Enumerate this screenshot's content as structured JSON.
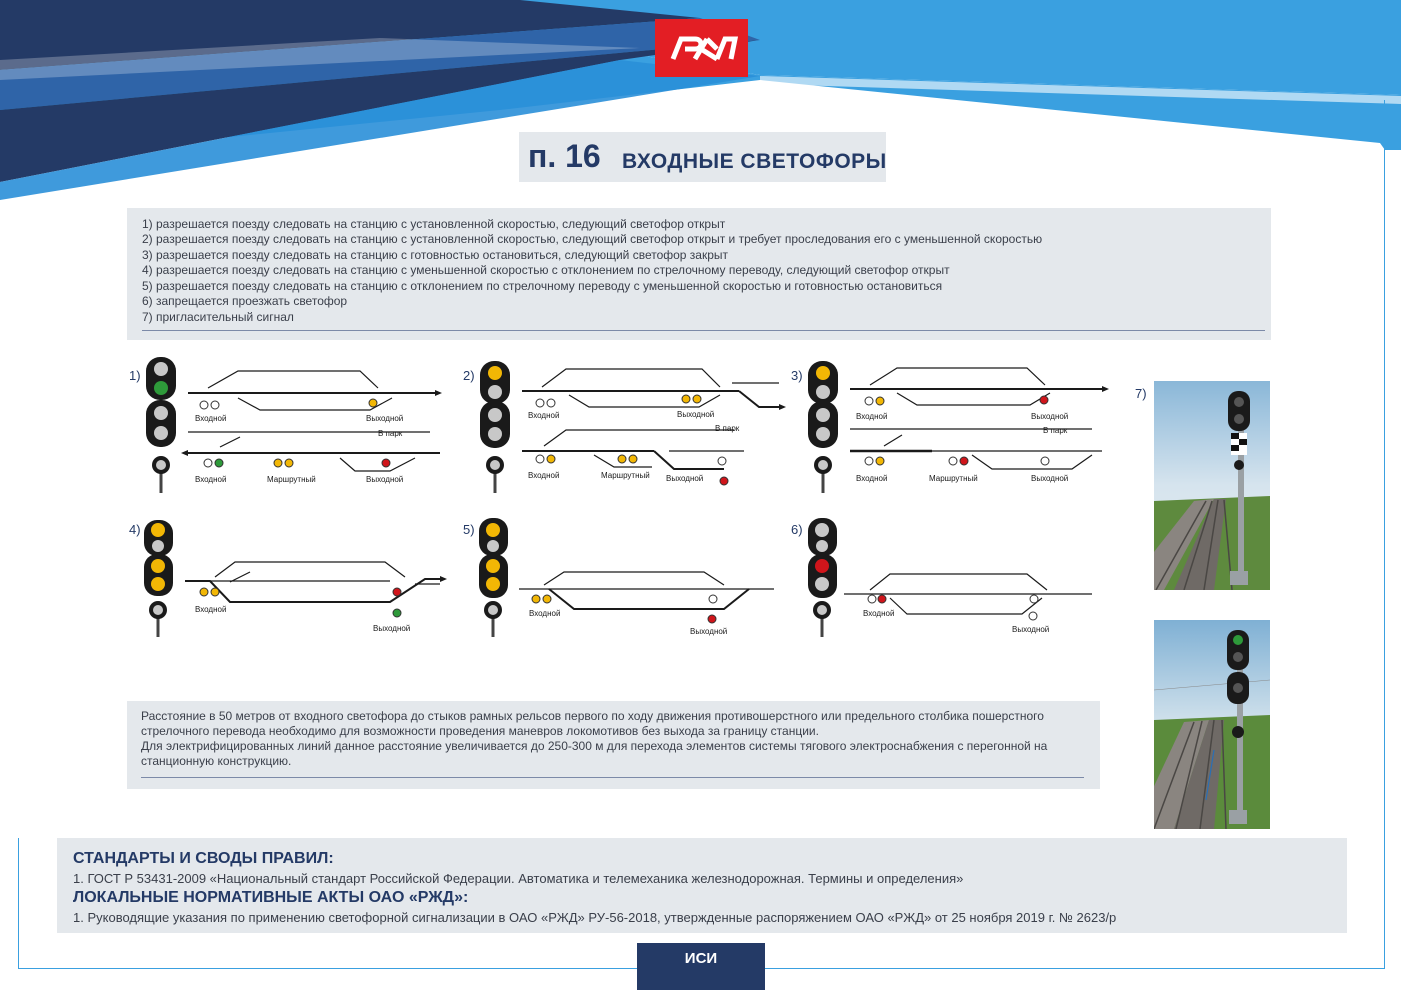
{
  "header": {
    "logo_text": "РЖД",
    "title_number": "п. 16",
    "title_text": "ВХОДНЫЕ СВЕТОФОРЫ"
  },
  "aspects": [
    "1) разрешается поезду следовать на станцию с установленной скоростью, следующий светофор открыт",
    "2) разрешается поезду следовать на станцию с установленной скоростью, следующий светофор открыт и требует проследования его с уменьшенной скоростью",
    "3) разрешается поезду следовать на станцию с готовностью остановиться, следующий светофор закрыт",
    "4) разрешается поезду следовать на станцию с уменьшенной скоростью с отклонением по стрелочному переводу, следующий светофор открыт",
    "5) разрешается поезду следовать на станцию с отклонением по стрелочному переводу с уменьшенной скоростью и готовностью остановиться",
    "6) запрещается проезжать светофор",
    "7) пригласительный сигнал"
  ],
  "diagrams": {
    "d1": {
      "num": "1)",
      "entry": "Входной",
      "exit": "Выходной",
      "park": "В парк",
      "route": "Маршрутный"
    },
    "d2": {
      "num": "2)",
      "entry": "Входной",
      "exit": "Выходной",
      "park": "В парк",
      "route": "Маршрутный"
    },
    "d3": {
      "num": "3)",
      "entry": "Входной",
      "exit": "Выходной",
      "park": "В парк",
      "route": "Маршрутный"
    },
    "d4": {
      "num": "4)",
      "entry": "Входной",
      "exit": "Выходной"
    },
    "d5": {
      "num": "5)",
      "entry": "Входной",
      "exit": "Выходной"
    },
    "d6": {
      "num": "6)",
      "entry": "Входной",
      "exit": "Выходной"
    },
    "d7": {
      "num": "7)"
    }
  },
  "colors": {
    "green": "#2e9a3a",
    "yellow": "#f2b705",
    "red": "#d0151b",
    "lens_off": "#c8c8c8",
    "signal_body": "#1a1a1a",
    "brand_navy": "#243a66",
    "brand_blue": "#3aa0e0",
    "brand_red": "#e31e24"
  },
  "note": [
    "Расстояние в 50 метров от входного светофора до стыков рамных рельсов первого по ходу движения противошерстного или предельного столбика пошерстного",
    "стрелочного перевода необходимо для возможности проведения маневров локомотивов без выхода за границу станции.",
    "Для электрифицированных линий данное расстояние увеличивается до 250-300 м для перехода элементов системы тягового электроснабжения с перегонной на",
    "станционную конструкцию."
  ],
  "standards": {
    "heading1": "СТАНДАРТЫ И СВОДЫ ПРАВИЛ:",
    "item1": "1.   ГОСТ Р 53431-2009 «Национальный стандарт Российской Федерации. Автоматика и телемеханика железнодорожная. Термины и определения»",
    "heading2": "ЛОКАЛЬНЫЕ НОРМАТИВНЫЕ АКТЫ ОАО «РЖД»:",
    "item2": "1. Руководящие указания по применению светофорной сигнализации в ОАО «РЖД» РУ-56-2018, утвержденные распоряжением ОАО «РЖД» от 25 ноября 2019 г. № 2623/р"
  },
  "footer": {
    "label": "ИСИ"
  }
}
